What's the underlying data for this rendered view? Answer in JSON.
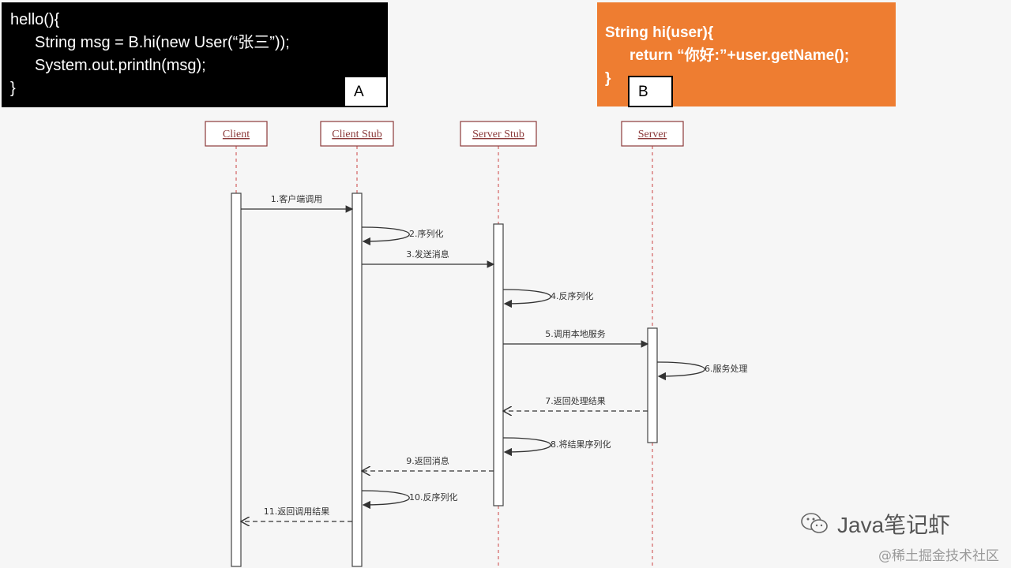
{
  "code_a": {
    "lines": [
      "hello(){",
      "String msg = B.hi(new User(“张三”));",
      "System.out.println(msg);",
      "}"
    ],
    "label": "A"
  },
  "code_b": {
    "lines": [
      "String hi(user){",
      "return “你好:”+user.getName();",
      "}"
    ],
    "label": "B"
  },
  "participants": [
    "Client",
    "Client Stub",
    "Server Stub",
    "Server"
  ],
  "messages": [
    {
      "label": "1.客户端调用",
      "from": 0,
      "to": 1,
      "style": "solid"
    },
    {
      "label": "2.序列化",
      "from": 1,
      "to": 1,
      "style": "self"
    },
    {
      "label": "3.发送消息",
      "from": 1,
      "to": 2,
      "style": "solid"
    },
    {
      "label": "4.反序列化",
      "from": 2,
      "to": 2,
      "style": "self"
    },
    {
      "label": "5.调用本地服务",
      "from": 2,
      "to": 3,
      "style": "solid"
    },
    {
      "label": "6.服务处理",
      "from": 3,
      "to": 3,
      "style": "self"
    },
    {
      "label": "7.返回处理结果",
      "from": 3,
      "to": 2,
      "style": "dashed"
    },
    {
      "label": "8.将结果序列化",
      "from": 2,
      "to": 2,
      "style": "self"
    },
    {
      "label": "9.返回消息",
      "from": 2,
      "to": 1,
      "style": "dashed"
    },
    {
      "label": "10.反序列化",
      "from": 1,
      "to": 1,
      "style": "self"
    },
    {
      "label": "11.返回调用结果",
      "from": 1,
      "to": 0,
      "style": "dashed"
    }
  ],
  "watermark": {
    "text": "Java笔记虾",
    "icon": "wechat-icon"
  },
  "site_tag": "@稀土掘金技术社区",
  "colors": {
    "code_b_bg": "#ee7d31",
    "participant_border": "#8b3a3a",
    "participant_text": "#8b3a3a"
  }
}
